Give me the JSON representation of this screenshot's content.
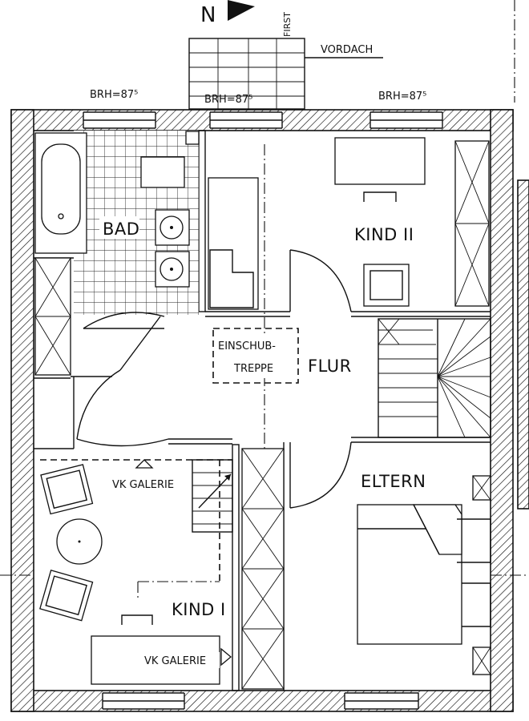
{
  "labels": {
    "north": "N",
    "first": "FIRST",
    "vordach": "VORDACH",
    "brh_left": "BRH=87⁵",
    "brh_center": "BRH=87⁵",
    "brh_right": "BRH=87⁵",
    "bad": "BAD",
    "kind2": "KIND II",
    "einschub_line1": "EINSCHUB-",
    "einschub_line2": "TREPPE",
    "flur": "FLUR",
    "eltern": "ELTERN",
    "vk_galerie_upper": "VK GALERIE",
    "vk_galerie_lower": "VK GALERIE",
    "kind1": "KIND I"
  },
  "colors": {
    "line": "#111111",
    "background": "#ffffff"
  }
}
